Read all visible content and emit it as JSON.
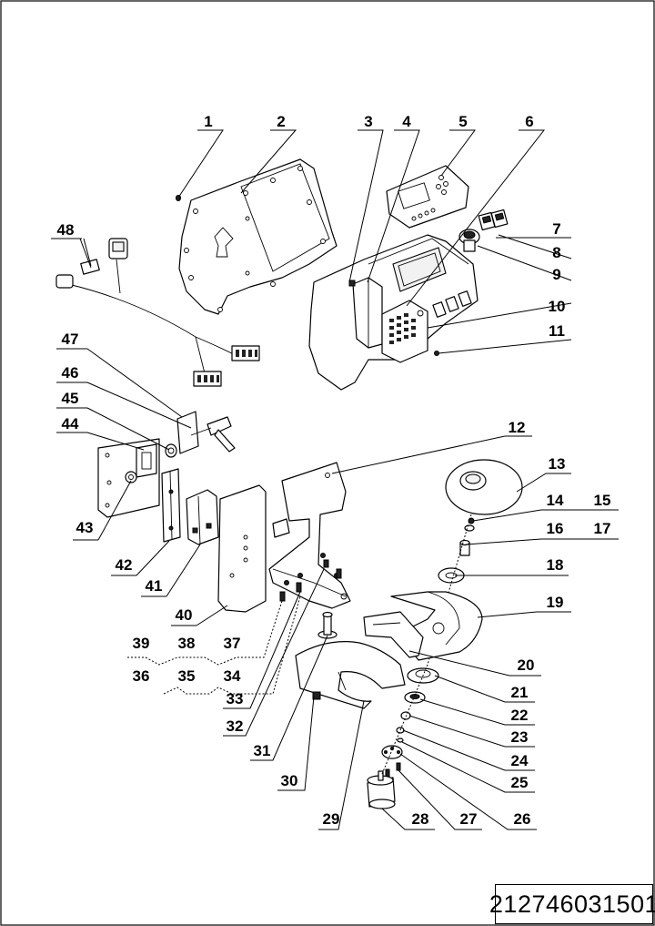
{
  "drawing_number": "212746031501",
  "callouts": [
    "1",
    "2",
    "3",
    "4",
    "5",
    "6",
    "7",
    "8",
    "9",
    "10",
    "11",
    "12",
    "13",
    "14",
    "15",
    "16",
    "17",
    "18",
    "19",
    "20",
    "21",
    "22",
    "23",
    "24",
    "25",
    "26",
    "27",
    "28",
    "29",
    "30",
    "31",
    "32",
    "33",
    "34",
    "35",
    "36",
    "37",
    "38",
    "39",
    "40",
    "41",
    "42",
    "43",
    "44",
    "45",
    "46",
    "47",
    "48"
  ]
}
